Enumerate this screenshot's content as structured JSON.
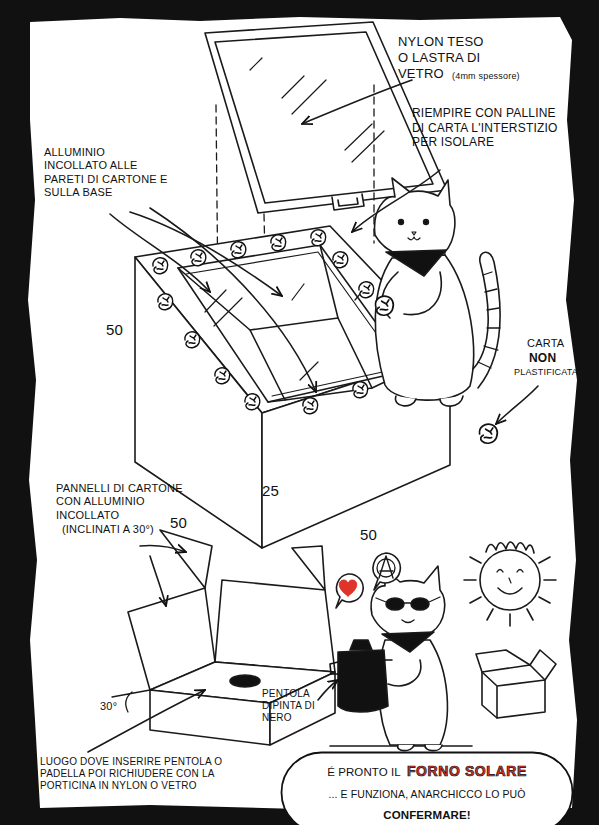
{
  "diagram": {
    "nodes": [
      {
        "text": [
          "É PRONTO IL",
          "FORNO SOLARE",
          "... E FUNZIONA, ANARCHICCO LO PUÒ",
          "CONFERMARE!"
        ]
      }
    ],
    "labels": [
      "NYLON TESO O LASTRA DI VETRO",
      "(4mm spessore)",
      "ALLUMINIO INCOLLATO ALLE PARETI DI CARTONE E SULLA BASE",
      "RIEMPIRE CON PALLINE DI CARTA L'INTERSTIZIO PER ISOLARE",
      "CARTA",
      "NON",
      "PLASTIFICATA",
      "50",
      "50",
      "25",
      "50",
      "PANNELLI DI CARTONE CON ALLUMINIO INCOLLATO",
      "(INCLINATI A 30°)",
      "30°",
      "LUOGO DOVE INSERIRE PENTOLA O PADELLA POI RICHIUDERE CON LA PORTICINA IN NYLON O VETRO",
      "PENTOLA DIPINTA DI NERO"
    ]
  }
}
